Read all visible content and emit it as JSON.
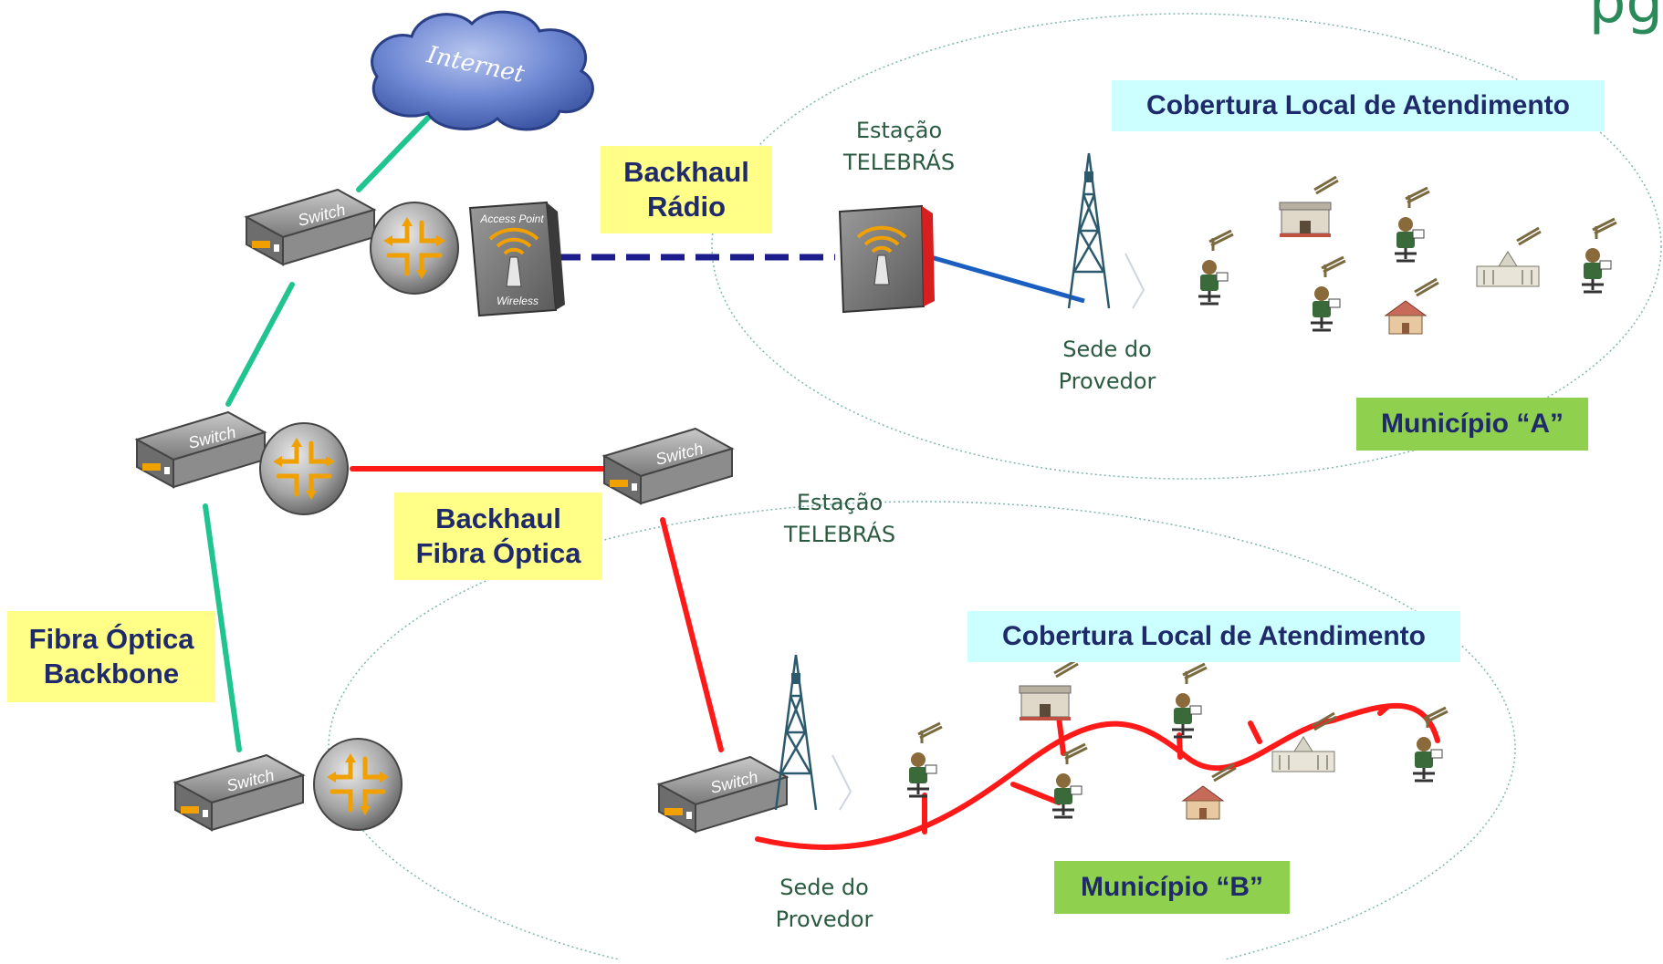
{
  "cloud": {
    "label": "Internet"
  },
  "devices": {
    "switch_label": "Switch",
    "ap_top": "Access Point",
    "ap_bottom": "Wireless"
  },
  "labels": {
    "backhaul_radio": [
      "Backhaul",
      "Rádio"
    ],
    "backhaul_fibra": [
      "Backhaul",
      "Fibra Óptica"
    ],
    "fibra_backbone": [
      "Fibra Óptica",
      "Backbone"
    ],
    "cobertura_a": "Cobertura Local de Atendimento",
    "cobertura_b": "Cobertura Local de Atendimento",
    "municipio_a": "Município “A”",
    "municipio_b": "Município “B”"
  },
  "captions": {
    "estacao_a": [
      "Estação",
      "TELEBRÁS"
    ],
    "estacao_b": [
      "Estação",
      "TELEBRÁS"
    ],
    "sede_a": [
      "Sede do",
      "Provedor"
    ],
    "sede_b": [
      "Sede do",
      "Provedor"
    ]
  },
  "corner_text": "pg",
  "colors": {
    "backbone": "#1fc48f",
    "fiber": "#ff1a1a",
    "radio_link": "#1c1c8c",
    "tower_link": "#1a5fbf",
    "cloud": "#4a66b8"
  }
}
